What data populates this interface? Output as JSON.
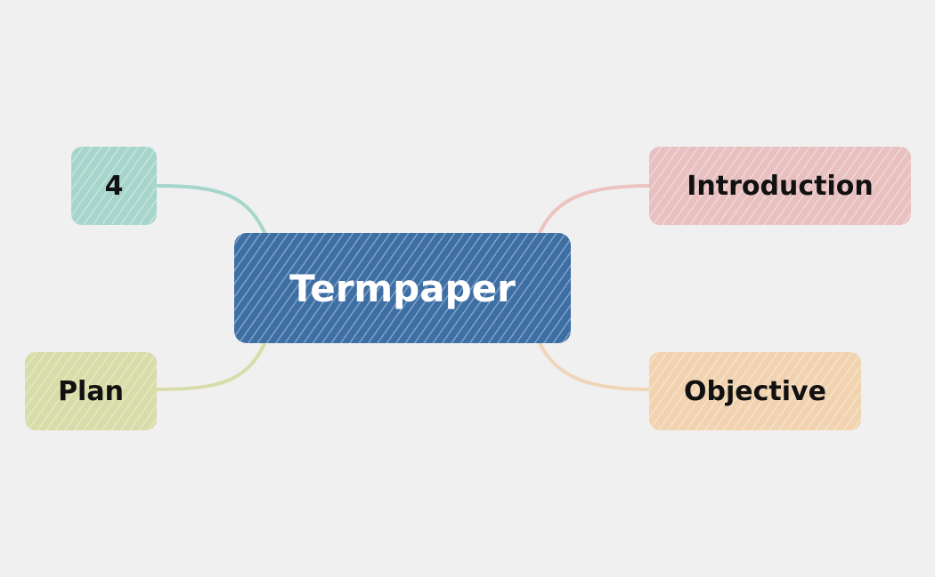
{
  "central": {
    "label": "Termpaper",
    "color": "#3d6fa5"
  },
  "branches": {
    "four": {
      "label": "4",
      "color": "#a6d6cb",
      "line_color": "#a6d6cb"
    },
    "plan": {
      "label": "Plan",
      "color": "#d8dca8",
      "line_color": "#d8dca8"
    },
    "introduction": {
      "label": "Introduction",
      "color": "#e8c0c0",
      "line_color": "#ebc4c0"
    },
    "objective": {
      "label": "Objective",
      "color": "#f1d3b0",
      "line_color": "#f0d6b8"
    }
  }
}
